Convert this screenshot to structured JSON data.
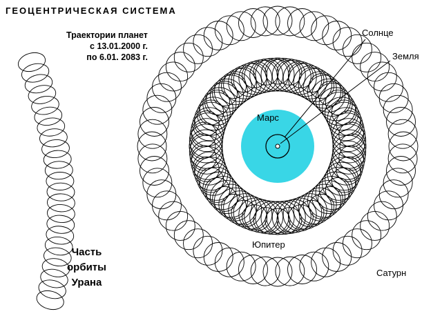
{
  "title": "ГЕОЦЕНТРИЧЕСКАЯ СИСТЕМА",
  "trajectory_note": {
    "line1": "Траектории планет",
    "line2": "с 13.01.2000 г.",
    "line3": "по 6.01. 2083 г."
  },
  "labels": {
    "sun": "Солнце",
    "earth": "Земля",
    "mars": "Марс",
    "jupiter": "Юпитер",
    "saturn": "Сатурн"
  },
  "uranus_note": {
    "line1": "Часть",
    "line2": "орбиты",
    "line3": "Урана"
  },
  "colors": {
    "ink": "#000000",
    "mars_region": "#39d6e6",
    "background": "#ffffff"
  }
}
